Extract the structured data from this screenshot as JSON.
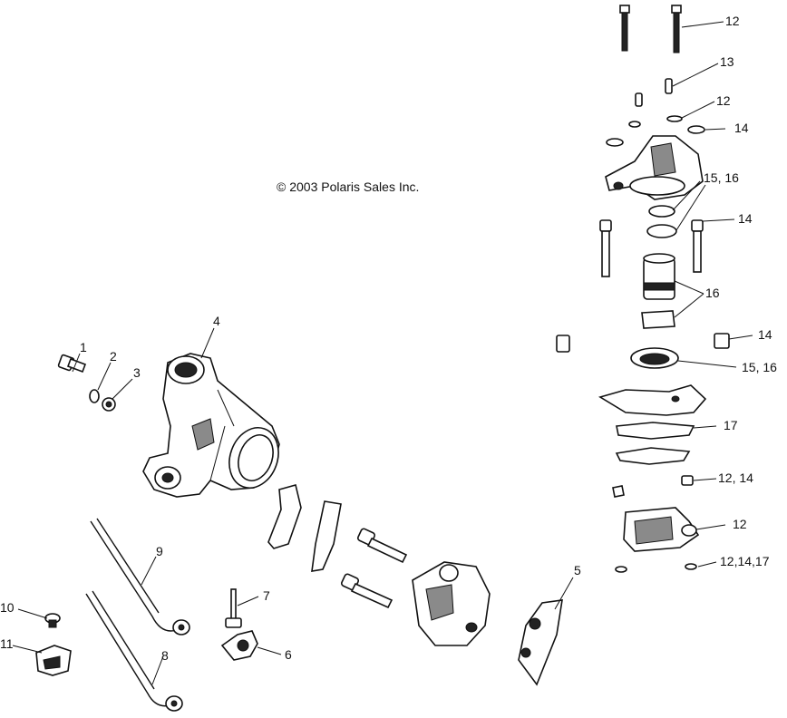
{
  "copyright": "© 2003 Polaris Sales Inc.",
  "callouts": {
    "c1": "1",
    "c2": "2",
    "c3": "3",
    "c4": "4",
    "c5": "5",
    "c6": "6",
    "c7": "7",
    "c8": "8",
    "c9": "9",
    "c10": "10",
    "c11": "11",
    "c12a": "12",
    "c13": "13",
    "c12b": "12",
    "c14a": "14",
    "c1516a": "15, 16",
    "c14b": "14",
    "c16": "16",
    "c14c": "14",
    "c1516b": "15, 16",
    "c17": "17",
    "c1214": "12, 14",
    "c12c": "12",
    "c121417": "12,14,17"
  }
}
